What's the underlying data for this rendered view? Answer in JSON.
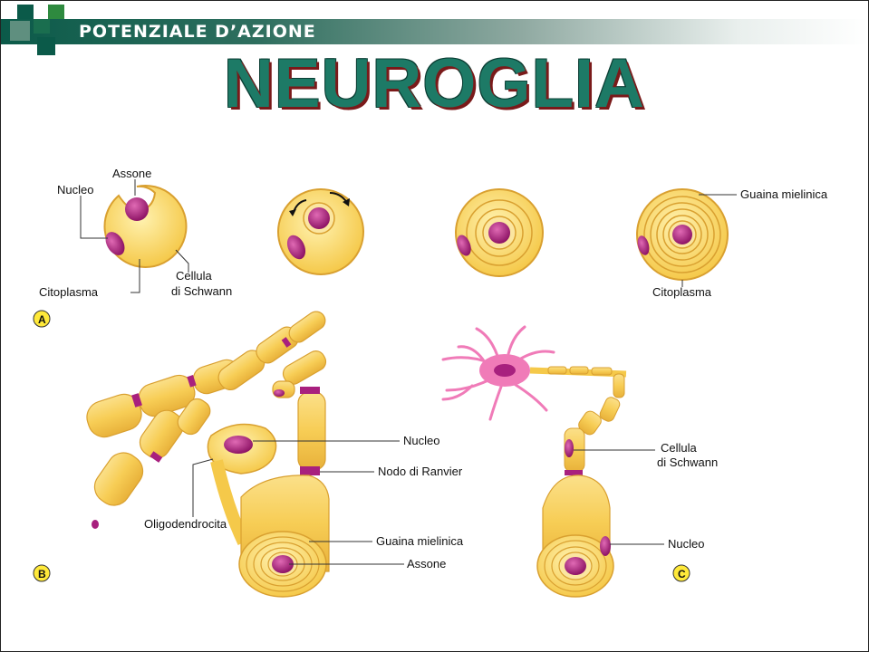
{
  "header": {
    "section": "POTENZIALE D’AZIONE"
  },
  "title": "NEUROGLIA",
  "panel_a": {
    "letter": "A",
    "labels": {
      "assone": "Assone",
      "nucleo": "Nucleo",
      "citoplasma": "Citoplasma",
      "cellula_schwann_1": "Cellula",
      "cellula_schwann_2": "di Schwann",
      "guaina_mielinica": "Guaina mielinica",
      "citoplasma_right": "Citoplasma"
    }
  },
  "panel_b": {
    "letter": "B",
    "labels": {
      "nucleo": "Nucleo",
      "nodo_ranvier": "Nodo di Ranvier",
      "oligodendrocita": "Oligodendrocita",
      "guaina_mielinica": "Guaina mielinica",
      "assone": "Assone"
    }
  },
  "panel_c": {
    "letter": "C",
    "labels": {
      "cellula_schwann_1": "Cellula",
      "cellula_schwann_2": "di Schwann",
      "nucleo": "Nucleo"
    }
  },
  "colors": {
    "cell_fill": "#f9d66a",
    "cell_stroke": "#d9a030",
    "nucleus": "#a8207e",
    "neuron": "#f07bb8",
    "header_green": "#0b5a49",
    "title_green": "#1d7a66"
  }
}
